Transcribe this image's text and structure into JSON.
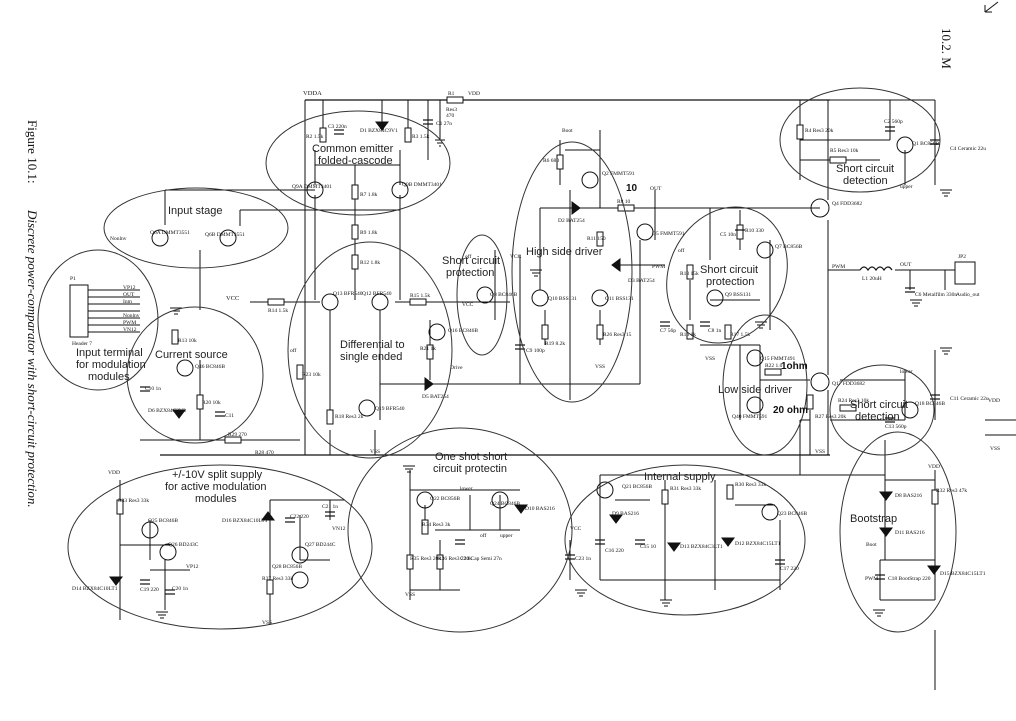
{
  "page": {
    "figure_caption_prefix": "Figure 10.1:",
    "figure_caption_text": "Discrete power-comparator with short-circuit protection.",
    "running_header": "10.2.  M"
  },
  "blocks": [
    {
      "id": "input-stage",
      "label": "Input stage"
    },
    {
      "id": "common-emitter",
      "label": "Common emitter folded-cascode"
    },
    {
      "id": "input-terminal",
      "label": "Input terminal for modulation modules"
    },
    {
      "id": "current-source",
      "label": "Current source"
    },
    {
      "id": "differential",
      "label": "Differential to single ended"
    },
    {
      "id": "short-circuit-prot-1",
      "label": "Short circuit protection"
    },
    {
      "id": "high-side-driver",
      "label": "High side driver"
    },
    {
      "id": "short-circuit-prot-2",
      "label": "Short circuit protection"
    },
    {
      "id": "short-circuit-det-top",
      "label": "Short circuit detection"
    },
    {
      "id": "low-side-driver",
      "label": "Low side driver"
    },
    {
      "id": "short-circuit-det-bot",
      "label": "Short circuit detection"
    },
    {
      "id": "split-supply",
      "label": "+/-10V split supply for active modulation modules"
    },
    {
      "id": "one-shot",
      "label": "One shot short circuit protectin"
    },
    {
      "id": "internal-supply",
      "label": "Internal supply"
    },
    {
      "id": "bootstrap",
      "label": "Bootstrap"
    }
  ],
  "annotations": [
    {
      "id": "ann-10",
      "text": "10"
    },
    {
      "id": "ann-1ohm",
      "text": "1ohm"
    },
    {
      "id": "ann-20ohm",
      "text": "20 ohm"
    }
  ],
  "nets": {
    "vdda": "VDDA",
    "vdd": "VDD",
    "vcc": "VCC",
    "vss": "VSS",
    "pwm": "PWM",
    "out": "OUT",
    "boot": "Boot",
    "lower": "lower",
    "upper": "upper",
    "drive": "Drive",
    "off": "off",
    "audio_out": "Audio_out",
    "header": "Header 7",
    "inm": "Inm",
    "inp": "Inp",
    "nonlnv": "Nonlnv",
    "vp12": "VP12",
    "vn12": "VN12"
  },
  "components": {
    "R1": "R1",
    "R1v": "Res3",
    "R1k": "470",
    "VDDa": "VDD",
    "R2": "R2 1.5k",
    "R3": "R3 1.5k",
    "C3": "C3 220n",
    "D1": "D1 BZX84C9V1",
    "C1": "C1 27n",
    "Q9A": "Q9A DMMT3401",
    "Q9B": "Q9B DMMT3401",
    "R7": "R7 1.8k",
    "R9": "R9 1.8k",
    "R12": "R12 1.8k",
    "Q6A": "Q6A DMMT3551",
    "Q6B": "Q6B DMMT3551",
    "P1": "P1",
    "R14": "R14 1.5k",
    "Q13": "Q13 BFR540",
    "Q12": "Q12 BFR540",
    "R15": "R15 1.5k",
    "Q16": "Q16 BC846B",
    "R21": "R21 1k",
    "R23": "R23 10k",
    "R18": "R18 Res3 2k",
    "Q19": "Q19 BFR540",
    "D5": "D5 BAT254",
    "R13": "R13 10k",
    "Q46": "Q46 BC846B",
    "R20": "R20 10k",
    "C10": "C10 1n",
    "D6": "D6 BZX84C3V3",
    "C11": "C11",
    "R29": "R29 270",
    "R28": "R28 470",
    "Q8": "Q8 BC846B",
    "R6": "R6 680",
    "Q2": "Q2 FMMT591",
    "D2": "D2 BAT254",
    "R8": "R8 10",
    "Q5": "Q5 FMMT591",
    "R11": "R11 150",
    "D3": "D3 BAT254",
    "Q10": "Q10 BSS131",
    "Q11": "Q11 BSS131",
    "R19": "R19 8.2k",
    "C9": "C9 100p",
    "R26": "R26 Res3 15",
    "R10": "R10 330",
    "C5": "C5 10n",
    "Q7": "Q7 BC856B",
    "R13b": "R13 15k",
    "Q9": "Q9 BSS131",
    "C7": "C7 56p",
    "R16": "R16 1k",
    "C8": "C8 1n",
    "R17": "R17 1.5k",
    "R4": "R4 Res3 20k",
    "C2": "C2 560p",
    "R5": "R5 Res3 10k",
    "Q1": "Q1 BC856B",
    "C4": "C4 Ceramic 22u",
    "Q4": "Q4 FDD3682",
    "L1": "L1 20uH",
    "C6": "C6 Metalfilm 330n",
    "JP2": "JP2",
    "Q15": "Q15 FMMT491",
    "R22": "R22 1.0",
    "Q17": "Q17 FDD3682",
    "Q40": "Q40 FMMT591",
    "R27": "R27 Res3 20k",
    "R24": "R24 Res3 10k",
    "C13": "C13 560p",
    "Q18": "Q18 BC846B",
    "C11b": "C11 Ceramic 22u",
    "R33": "R33 Res3 33k",
    "Q25": "Q25 BC846B",
    "Q26": "Q26 BD243C",
    "D14": "D14 BZX84C10LT1",
    "C19": "C19 220",
    "C20": "C20 1n",
    "D16": "D16 BZX84C10LT1",
    "C22": "C22 220",
    "C21": "C21 1n",
    "Q27": "Q27 BD244C",
    "Q28": "Q28 BC856B",
    "R37": "R37 Res3 33k",
    "Q22": "Q22 BC856B",
    "Q24": "Q24 BC846B",
    "D10": "D10 BAS216",
    "R34": "R34 Res3 3k",
    "R35": "R35 Res3 20k",
    "R36": "R36 Res3 220k",
    "C14": "C14 Cap Semi 27n",
    "Q21": "Q21 BC856B",
    "R31": "R31 Res3 33k",
    "R30": "R30 Res3 33k",
    "D9": "D9 BAS216",
    "C15": "C15 10",
    "C16": "C16 220",
    "C23": "C23 1n",
    "D13": "D13 BZX84C3LT1",
    "D12": "D12 BZX84C15LT1",
    "Q23": "Q23 BC846B",
    "C17": "C17 220",
    "D8": "D8 BAS216",
    "D11": "D11 BAS216",
    "R32": "R32 Res3 47k",
    "C18": "C18 BootStrap 220",
    "D15": "D15 BZX84C15LT1"
  }
}
